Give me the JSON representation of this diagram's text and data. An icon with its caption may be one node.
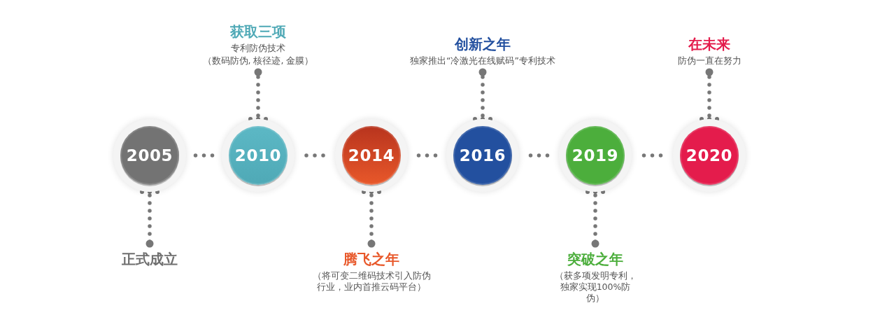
{
  "diagram": {
    "nodes": [
      {
        "text": [
          "2005"
        ]
      },
      {
        "text": [
          "2010"
        ]
      },
      {
        "text": [
          "2014"
        ]
      },
      {
        "text": [
          "2016"
        ]
      },
      {
        "text": [
          "2019"
        ]
      },
      {
        "text": [
          "2020"
        ]
      },
      {
        "text": [
          "正式成立"
        ]
      },
      {
        "text": [
          "获取三项",
          "专利防伪技术",
          "（数码防伪, 核径迹, 金膜）"
        ]
      },
      {
        "text": [
          "腾飞之年",
          "（将可变二维码技术引入防伪行业，业内首推云码平台）"
        ]
      },
      {
        "text": [
          "创新之年",
          "独家推出“冷激光在线赋码”专利技术"
        ]
      },
      {
        "text": [
          "突破之年",
          "（获多项发明专利，独家实现100%防伪）"
        ]
      },
      {
        "text": [
          "在未来",
          "防伪一直在努力"
        ]
      }
    ],
    "edges": [
      {
        "from": 0,
        "to": 1,
        "arrow": "none",
        "style": "dashed"
      },
      {
        "from": 1,
        "to": 2,
        "arrow": "none",
        "style": "dashed"
      },
      {
        "from": 2,
        "to": 3,
        "arrow": "none",
        "style": "dashed"
      },
      {
        "from": 3,
        "to": 4,
        "arrow": "none",
        "style": "dashed"
      },
      {
        "from": 4,
        "to": 5,
        "arrow": "none",
        "style": "dashed"
      },
      {
        "from": 0,
        "to": 6,
        "arrow": "other",
        "style": "dashed"
      },
      {
        "from": 1,
        "to": 7,
        "arrow": "other",
        "style": "dashed"
      },
      {
        "from": 2,
        "to": 8,
        "arrow": "other",
        "style": "dashed"
      },
      {
        "from": 3,
        "to": 9,
        "arrow": "other",
        "style": "dashed"
      },
      {
        "from": 4,
        "to": 10,
        "arrow": "other",
        "style": "dashed"
      },
      {
        "from": 5,
        "to": 11,
        "arrow": "other",
        "style": "dashed"
      }
    ]
  }
}
